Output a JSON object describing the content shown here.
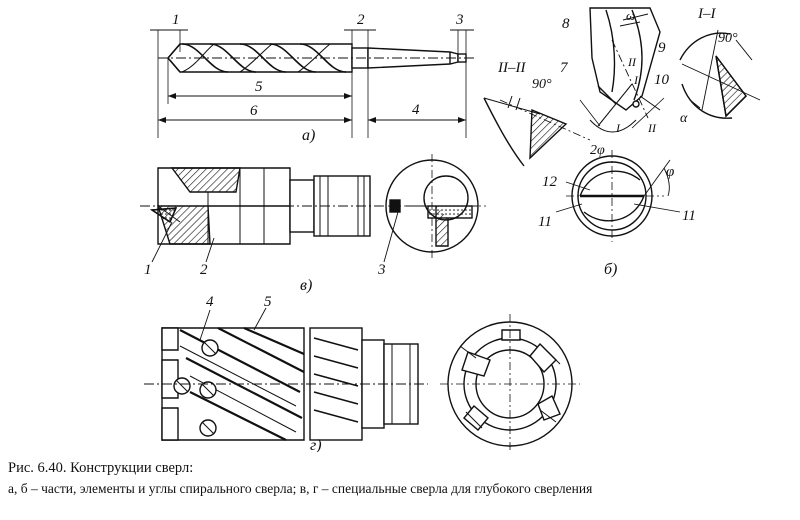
{
  "figure": {
    "caption_title": "Рис. 6.40. Конструкции сверл:",
    "caption_text": "а, б – части, элементы и углы спирального сверла; в, г – специальные сверла для глубокого сверления"
  },
  "views": {
    "a": {
      "label": "а)",
      "dims": [
        "1",
        "2",
        "3",
        "4",
        "5",
        "6"
      ]
    },
    "b": {
      "label": "б)",
      "labels": [
        "7",
        "8",
        "9",
        "10",
        "11",
        "11",
        "12"
      ],
      "sections": [
        "II–II",
        "I–I",
        "I",
        "I",
        "II",
        "II"
      ],
      "angles": [
        "90°",
        "90°",
        "ω",
        "2φ",
        "φ",
        "α"
      ]
    },
    "v": {
      "label": "в)",
      "labels": [
        "1",
        "2",
        "3"
      ]
    },
    "g": {
      "label": "г)",
      "labels": [
        "4",
        "5"
      ]
    }
  }
}
